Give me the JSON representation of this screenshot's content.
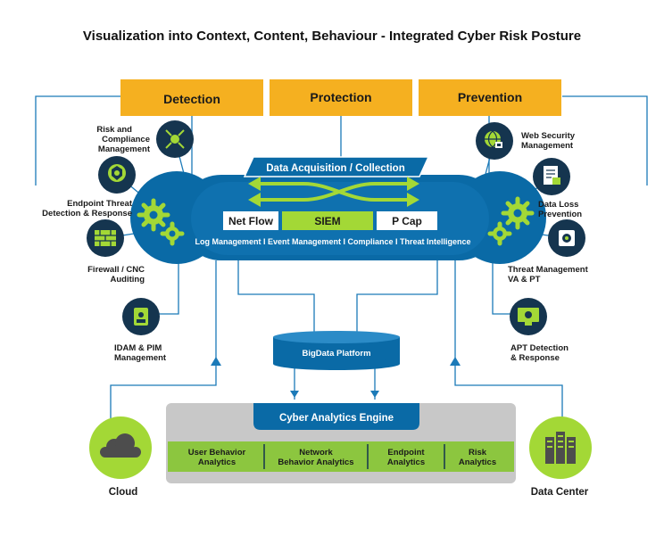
{
  "title": "Visualization into Context,  Content, Behaviour - Integrated Cyber Risk Posture",
  "tabs": {
    "detection": "Detection",
    "protection": "Protection",
    "prevention": "Prevention"
  },
  "cloud_center": {
    "acquisition": "Data Acquisition / Collection",
    "netflow": "Net Flow",
    "siem": "SIEM",
    "pcap": "P Cap",
    "services": "Log Management  I Event  Management  I  Compliance  I  Threat Intelligence"
  },
  "left_nodes": {
    "risk": [
      "Risk and",
      "Compliance",
      "Management"
    ],
    "endpoint": [
      "Endpoint Threat",
      "Detection & Response"
    ],
    "firewall": [
      "Firewall / CNC",
      "Auditing"
    ],
    "idam": [
      "IDAM & PIM",
      "Management"
    ]
  },
  "right_nodes": {
    "websec": [
      "Web Security",
      "Management"
    ],
    "dlp": [
      "Data Loss",
      "Prevention"
    ],
    "threat": [
      "Threat Management",
      "VA & PT"
    ],
    "apt": [
      "APT Detection",
      "& Response"
    ]
  },
  "bigdata": "BigData Platform",
  "engine": {
    "title": "Cyber Analytics Engine",
    "modules": [
      [
        "User Behavior",
        "Analytics"
      ],
      [
        "Network",
        "Behavior Analytics"
      ],
      [
        "Endpoint",
        "Analytics"
      ],
      [
        "Risk",
        "Analytics"
      ]
    ]
  },
  "cloud_label": "Cloud",
  "datacenter_label": "Data Center",
  "colors": {
    "blue": "#0a6aa6",
    "dark": "#15354f",
    "orange": "#f5b020",
    "green": "#a3d836",
    "lightgreen": "#8cc63f",
    "gray": "#c8c8c8",
    "line": "#1b7ab8"
  }
}
